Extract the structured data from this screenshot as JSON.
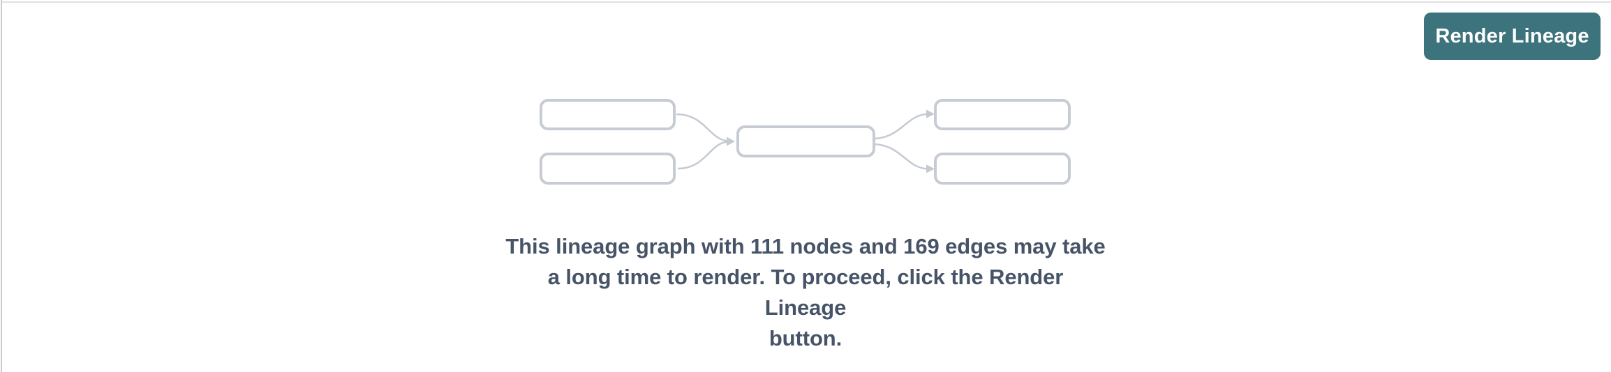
{
  "page": {
    "background": "#ffffff",
    "top_border_color": "#e0e1e5",
    "left_border_color": "#c9cbce"
  },
  "toolbar": {
    "render_lineage_button": {
      "label": "Render Lineage",
      "background": "#3c737c",
      "text_color": "#ffffff"
    }
  },
  "empty_state": {
    "illustration": {
      "name": "lineage-graph-preview",
      "node_fill": "#ffffff",
      "node_border_color": "#c7ccd4",
      "edge_color": "#c5cad2",
      "node_boxes": 5,
      "edge_arrows": 4
    },
    "node_count": "111",
    "edge_count": "169",
    "message": "This lineage graph with 111 nodes and 169 edges may take a long time to render. To proceed, click the Render Lineage button.",
    "message_lines": [
      "This lineage graph with 111 nodes and 169 edges may take",
      "a long time to render. To proceed, click the Render Lineage",
      "button."
    ],
    "text_color": "#475467"
  }
}
